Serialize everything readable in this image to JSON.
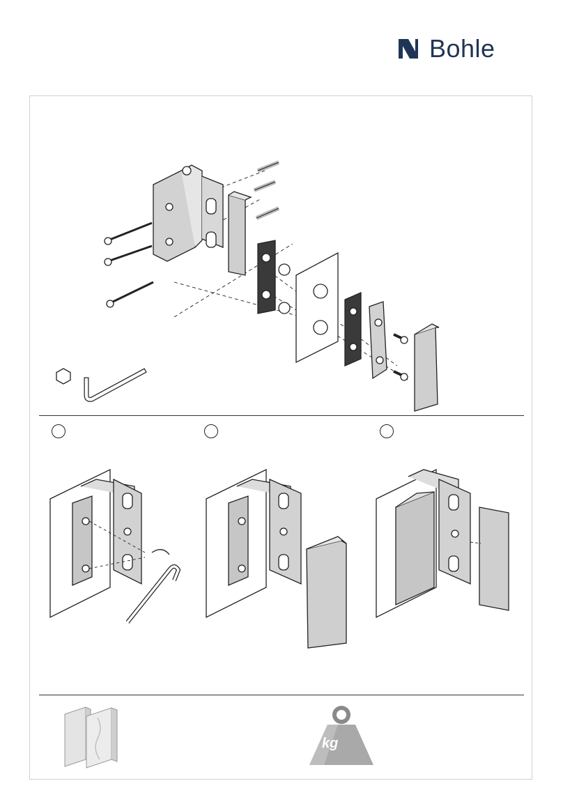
{
  "brand": {
    "name": "Bohle",
    "color": "#1f3557",
    "icon": "bohle-logo-icon"
  },
  "colors": {
    "line": "#222222",
    "part_grey": "#c8c8c8",
    "part_light": "#e4e4e4",
    "gasket_dark": "#3a3a3a",
    "glass_white": "#ffffff"
  },
  "sections": {
    "exploded_view": {
      "icon": "hinge-exploded-view-icon"
    },
    "tools": {
      "icons": [
        "hex-socket-icon",
        "allen-key-icon"
      ]
    },
    "steps": [
      {
        "marker": "step-1-marker",
        "icon": "tighten-clamp-icon"
      },
      {
        "marker": "step-2-marker",
        "icon": "attach-cover-icon"
      },
      {
        "marker": "step-3-marker",
        "icon": "finished-hinge-icon"
      }
    ],
    "footer": {
      "icons": [
        "glass-panels-icon",
        "weight-kg-icon"
      ]
    }
  },
  "weight_label": "kg"
}
